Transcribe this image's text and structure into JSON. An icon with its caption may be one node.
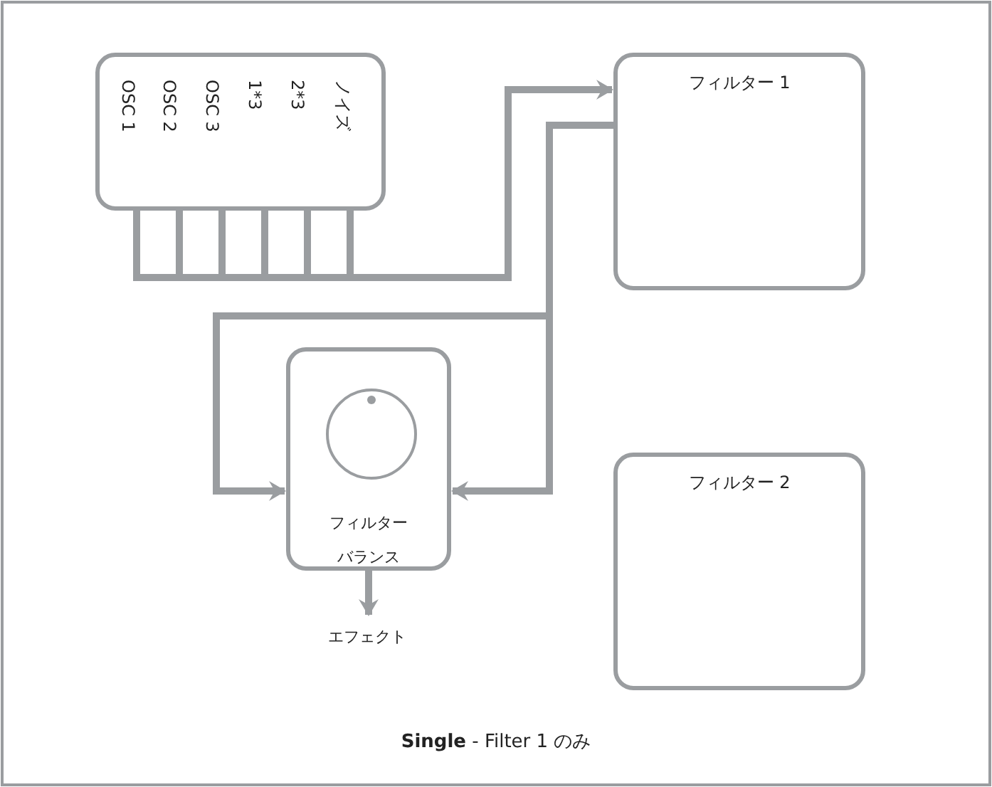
{
  "diagram": {
    "caption": "**Single** - Filter 1 のみ",
    "nodes": [
      {
        "text": [
          "OSC 1",
          "OSC 2",
          "OSC 3",
          "1*3",
          "2*3",
          "ノイズ"
        ]
      },
      {
        "text": [
          "フィルター 1"
        ]
      },
      {
        "text": [
          "フィルターバランス"
        ]
      },
      {
        "text": [
          "フィルター 2"
        ]
      },
      {
        "text": [
          "エフェクト"
        ]
      }
    ],
    "edges": [
      {
        "from": 0,
        "to": 1,
        "arrow": "to"
      },
      {
        "from": 1,
        "to": 2,
        "arrow": "to"
      },
      {
        "from": 1,
        "to": 2,
        "arrow": "to"
      },
      {
        "from": 2,
        "to": 4,
        "arrow": "to"
      }
    ]
  }
}
